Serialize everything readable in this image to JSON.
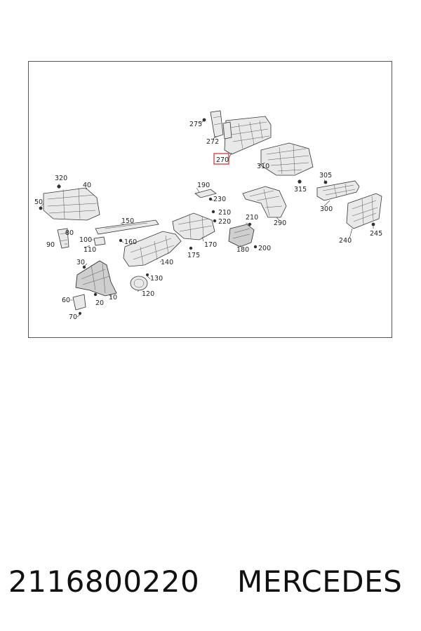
{
  "diagram": {
    "highlight_color": "#d9262c",
    "highlighted_callout": "270",
    "callouts": {
      "c275": "275",
      "c272": "272",
      "c270": "270",
      "c310": "310",
      "c315": "315",
      "c305": "305",
      "c300": "300",
      "c320": "320",
      "c40": "40",
      "c50": "50",
      "c190": "190",
      "c230": "230",
      "c210a": "210",
      "c220": "220",
      "c210b": "210",
      "c290": "290",
      "c150": "150",
      "c80": "80",
      "c90": "90",
      "c100": "100",
      "c160": "160",
      "c110": "110",
      "c170": "170",
      "c175": "175",
      "c180": "180",
      "c200": "200",
      "c240": "240",
      "c245": "245",
      "c30": "30",
      "c140": "140",
      "c130": "130",
      "c120": "120",
      "c10": "10",
      "c20": "20",
      "c60": "60",
      "c70": "70"
    }
  },
  "footer": {
    "part_number": "2116800220",
    "brand": "MERCEDES"
  }
}
